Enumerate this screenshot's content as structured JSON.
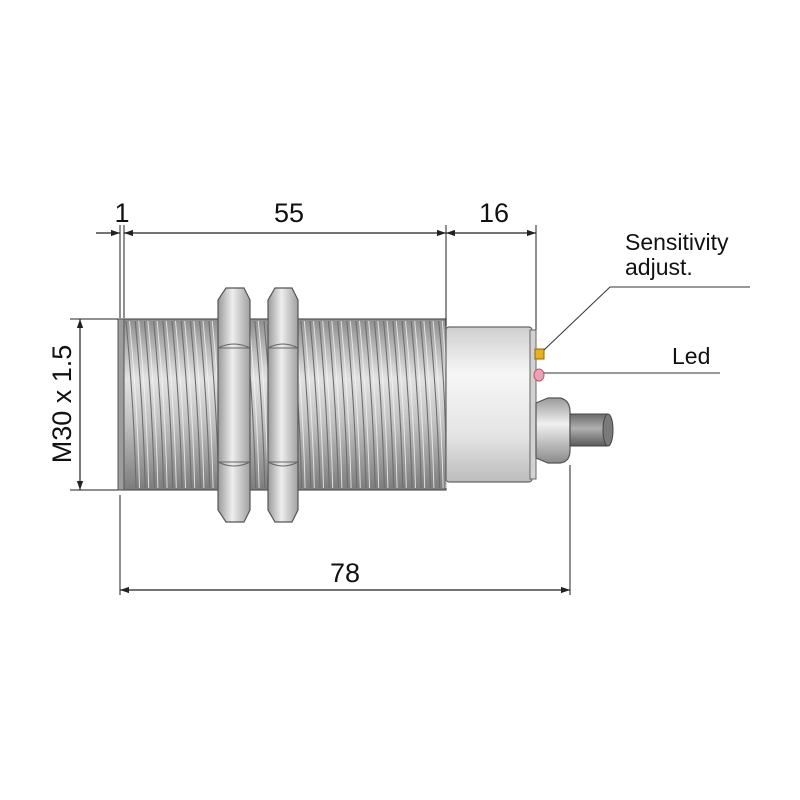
{
  "dimensions": {
    "flange_thickness": "1",
    "thread_length": "55",
    "head_length": "16",
    "overall_length": "78",
    "thread_spec": "M30 x 1.5"
  },
  "callouts": {
    "sensitivity_line1": "Sensitivity",
    "sensitivity_line2": "adjust.",
    "led": "Led"
  },
  "colors": {
    "thread_metal": "#b9b9b9",
    "head_body": "#e6e6e6",
    "nut_metal": "#cfcfcf",
    "cable": "#8a8a8a",
    "adjust_screw": "#e8b020",
    "led": "#f0a0b4",
    "dimension_line": "#222222"
  }
}
